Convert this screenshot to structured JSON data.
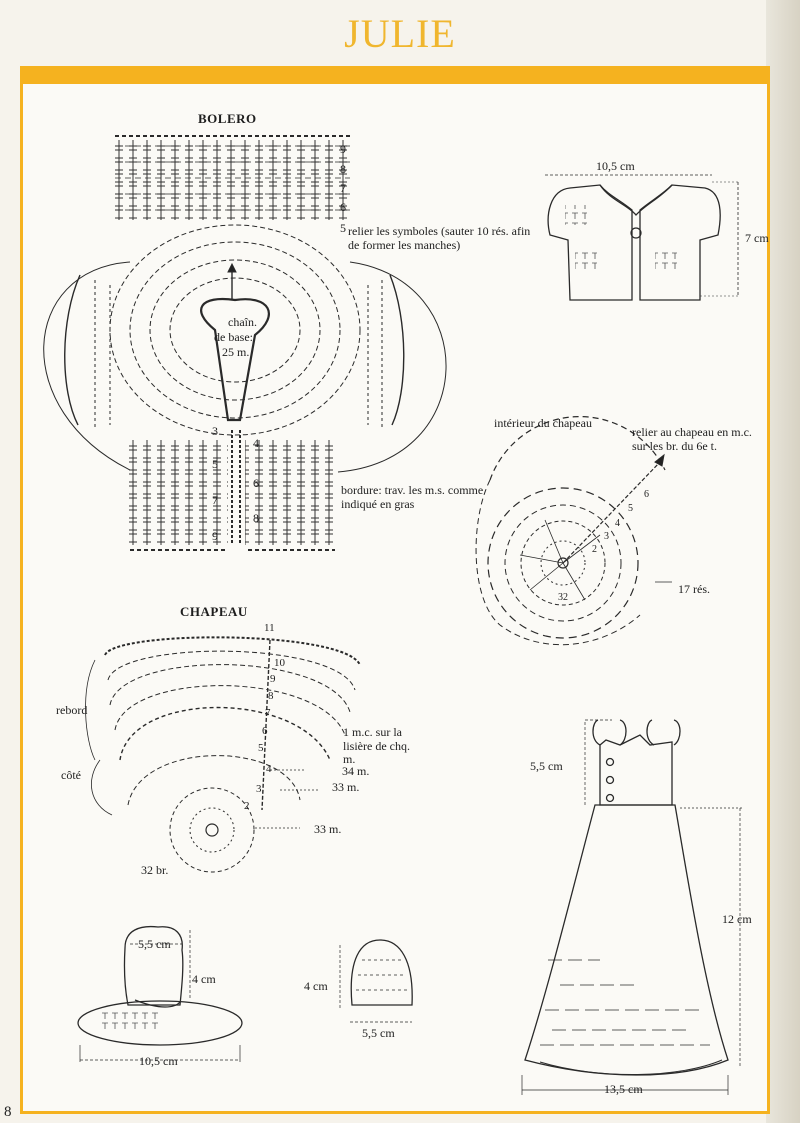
{
  "page": {
    "title": "JULIE",
    "page_number": "8"
  },
  "bolero": {
    "heading": "BOLERO",
    "note_relier": "relier les symboles (sauter 10 rés. afin de former les manches)",
    "chain_label_1": "chaîn.",
    "chain_label_2": "de base:",
    "chain_label_3": "25 m.",
    "note_bordure": "bordure: trav. les m.s. comme indiqué en gras",
    "row_numbers_top": [
      "9",
      "8",
      "7",
      "6",
      "5"
    ],
    "row_numbers_left": [
      "3",
      "5",
      "7",
      "9"
    ],
    "row_numbers_right": [
      "4",
      "6",
      "8"
    ],
    "width_label": "10,5 cm",
    "height_label": "7 cm"
  },
  "hat_inside": {
    "heading": "intérieur du chapeau",
    "note_relier": "relier au chapeau en m.c. sur les br. du 6e t.",
    "repeats_label": "17 rés.",
    "round_numbers": [
      "2",
      "3",
      "4",
      "5",
      "6"
    ],
    "center_label": "32"
  },
  "chapeau": {
    "heading": "CHAPEAU",
    "label_rebord": "rebord",
    "label_cote": "côté",
    "note_mc": "1 m.c. sur la lisière de chq. m.",
    "label_34m": "34 m.",
    "label_33m_a": "33 m.",
    "label_33m_b": "33 m.",
    "label_32br": "32 br.",
    "round_numbers": [
      "11",
      "10",
      "9",
      "8",
      "7",
      "6",
      "5",
      "4",
      "3",
      "2"
    ]
  },
  "hat_sketch": {
    "top_width": "5,5 cm",
    "height": "4 cm",
    "brim_width": "10,5 cm"
  },
  "inner_hat_sketch": {
    "height": "4 cm",
    "width": "5,5 cm"
  },
  "dress_sketch": {
    "bodice_height": "5,5 cm",
    "skirt_length": "12 cm",
    "hem_width": "13,5 cm"
  }
}
